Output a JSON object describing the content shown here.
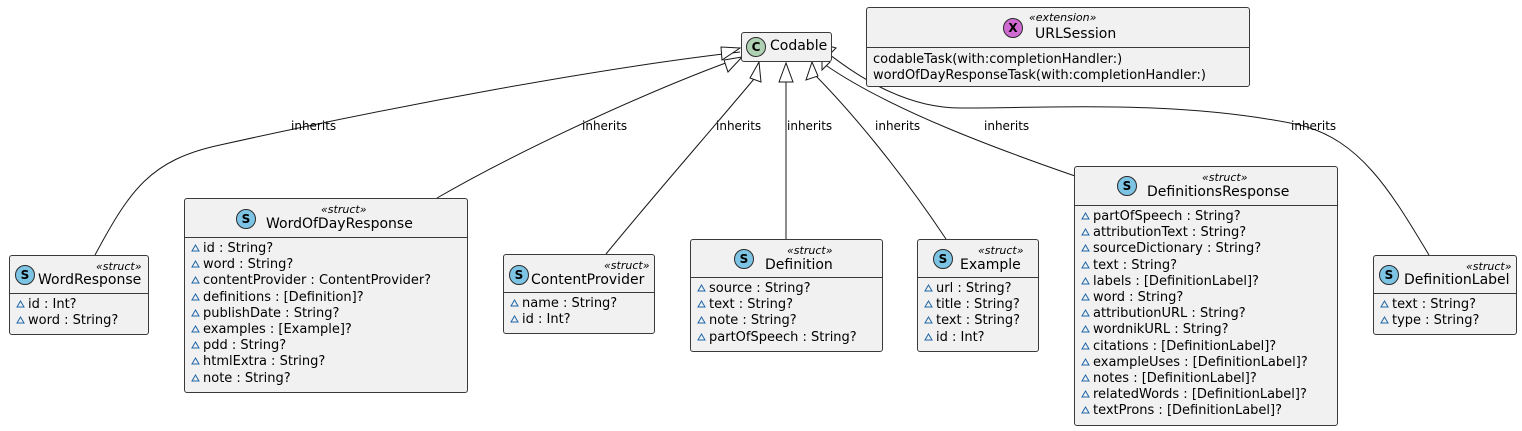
{
  "codable": {
    "badge": "C",
    "name": "Codable"
  },
  "urlsession": {
    "badge": "X",
    "stereotype": "«extension»",
    "name": "URLSession",
    "methods": [
      "codableTask(with:completionHandler:)",
      "wordOfDayResponseTask(with:completionHandler:)"
    ]
  },
  "edge_label": "inherits",
  "structs": [
    {
      "badge": "S",
      "stereotype": "«struct»",
      "name": "WordResponse",
      "attributes": [
        "id : Int?",
        "word : String?"
      ]
    },
    {
      "badge": "S",
      "stereotype": "«struct»",
      "name": "WordOfDayResponse",
      "attributes": [
        "id : String?",
        "word : String?",
        "contentProvider : ContentProvider?",
        "definitions : [Definition]?",
        "publishDate : String?",
        "examples : [Example]?",
        "pdd : String?",
        "htmlExtra : String?",
        "note : String?"
      ]
    },
    {
      "badge": "S",
      "stereotype": "«struct»",
      "name": "ContentProvider",
      "attributes": [
        "name : String?",
        "id : Int?"
      ]
    },
    {
      "badge": "S",
      "stereotype": "«struct»",
      "name": "Definition",
      "attributes": [
        "source : String?",
        "text : String?",
        "note : String?",
        "partOfSpeech : String?"
      ]
    },
    {
      "badge": "S",
      "stereotype": "«struct»",
      "name": "Example",
      "attributes": [
        "url : String?",
        "title : String?",
        "text : String?",
        "id : Int?"
      ]
    },
    {
      "badge": "S",
      "stereotype": "«struct»",
      "name": "DefinitionsResponse",
      "attributes": [
        "partOfSpeech : String?",
        "attributionText : String?",
        "sourceDictionary : String?",
        "text : String?",
        "labels : [DefinitionLabel]?",
        "word : String?",
        "attributionURL : String?",
        "wordnikURL : String?",
        "citations : [DefinitionLabel]?",
        "exampleUses : [DefinitionLabel]?",
        "notes : [DefinitionLabel]?",
        "relatedWords : [DefinitionLabel]?",
        "textProns : [DefinitionLabel]?"
      ]
    },
    {
      "badge": "S",
      "stereotype": "«struct»",
      "name": "DefinitionLabel",
      "attributes": [
        "text : String?",
        "type : String?"
      ]
    }
  ]
}
